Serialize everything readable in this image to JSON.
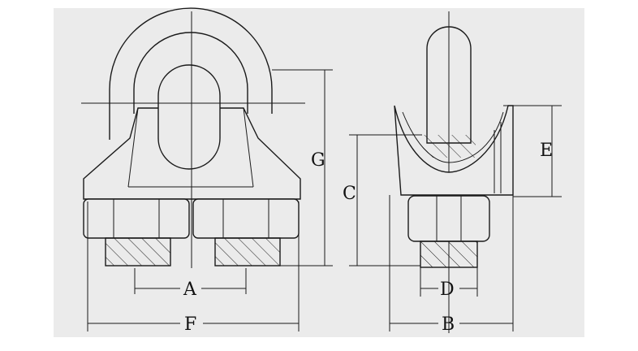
{
  "colors": {
    "background": "#ffffff",
    "panel": "#ebebeb",
    "line": "#1a1a1a"
  },
  "dimension_labels": {
    "A": "A",
    "B": "B",
    "C": "C",
    "D": "D",
    "E": "E",
    "F": "F",
    "G": "G"
  }
}
